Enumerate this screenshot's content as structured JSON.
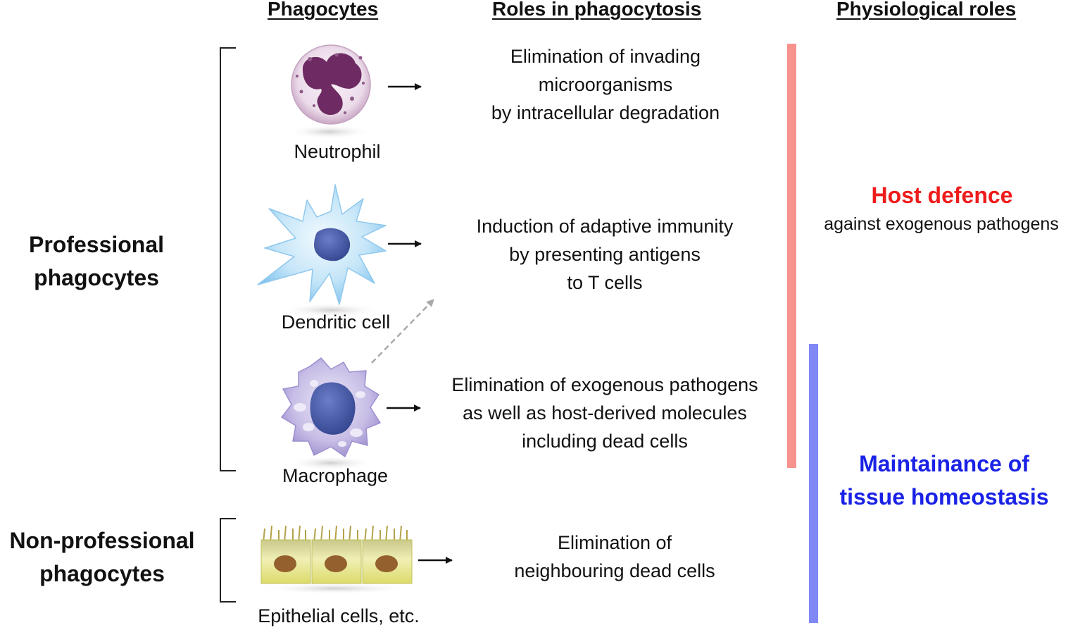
{
  "headers": {
    "phagocytes": "Phagocytes",
    "roles": "Roles in phagocytosis",
    "physiological": "Physiological roles"
  },
  "categories": {
    "professional": [
      "Professional",
      "phagocytes"
    ],
    "non_professional": [
      "Non-professional",
      "phagocytes"
    ]
  },
  "cells": {
    "neutrophil": "Neutrophil",
    "dendritic": "Dendritic cell",
    "macrophage": "Macrophage",
    "epithelial": "Epithelial cells, etc."
  },
  "roles": {
    "neutrophil": [
      "Elimination of  invading",
      "microorganisms",
      "by intracellular degradation"
    ],
    "dendritic": [
      "Induction of adaptive immunity",
      "by presenting antigens",
      "to T cells"
    ],
    "macrophage": [
      "Elimination of  exogenous pathogens",
      "as well as host-derived molecules",
      "including dead cells"
    ],
    "epithelial": [
      "Elimination of",
      "neighbouring dead cells"
    ]
  },
  "physiological": {
    "host_defence": "Host defence",
    "host_defence_sub": "against exogenous pathogens",
    "homeostasis": [
      "Maintainance of",
      "tissue homeostasis"
    ]
  },
  "colors": {
    "host_defence": "#ee1c1c",
    "homeostasis": "#1a22e6",
    "red_bar": "#f7928e",
    "blue_bar": "#8088f5",
    "neutrophil_body": "#efe0ee",
    "neutrophil_nucleus": "#6e2a63",
    "dendritic_body": "#b9dff6",
    "dendritic_nucleus": "#3f54a0",
    "macrophage_body": "#bdb2e0",
    "macrophage_nucleus": "#4a59a8",
    "epithelial_body": "#e8e79a",
    "epithelial_nucleus": "#93602e"
  }
}
